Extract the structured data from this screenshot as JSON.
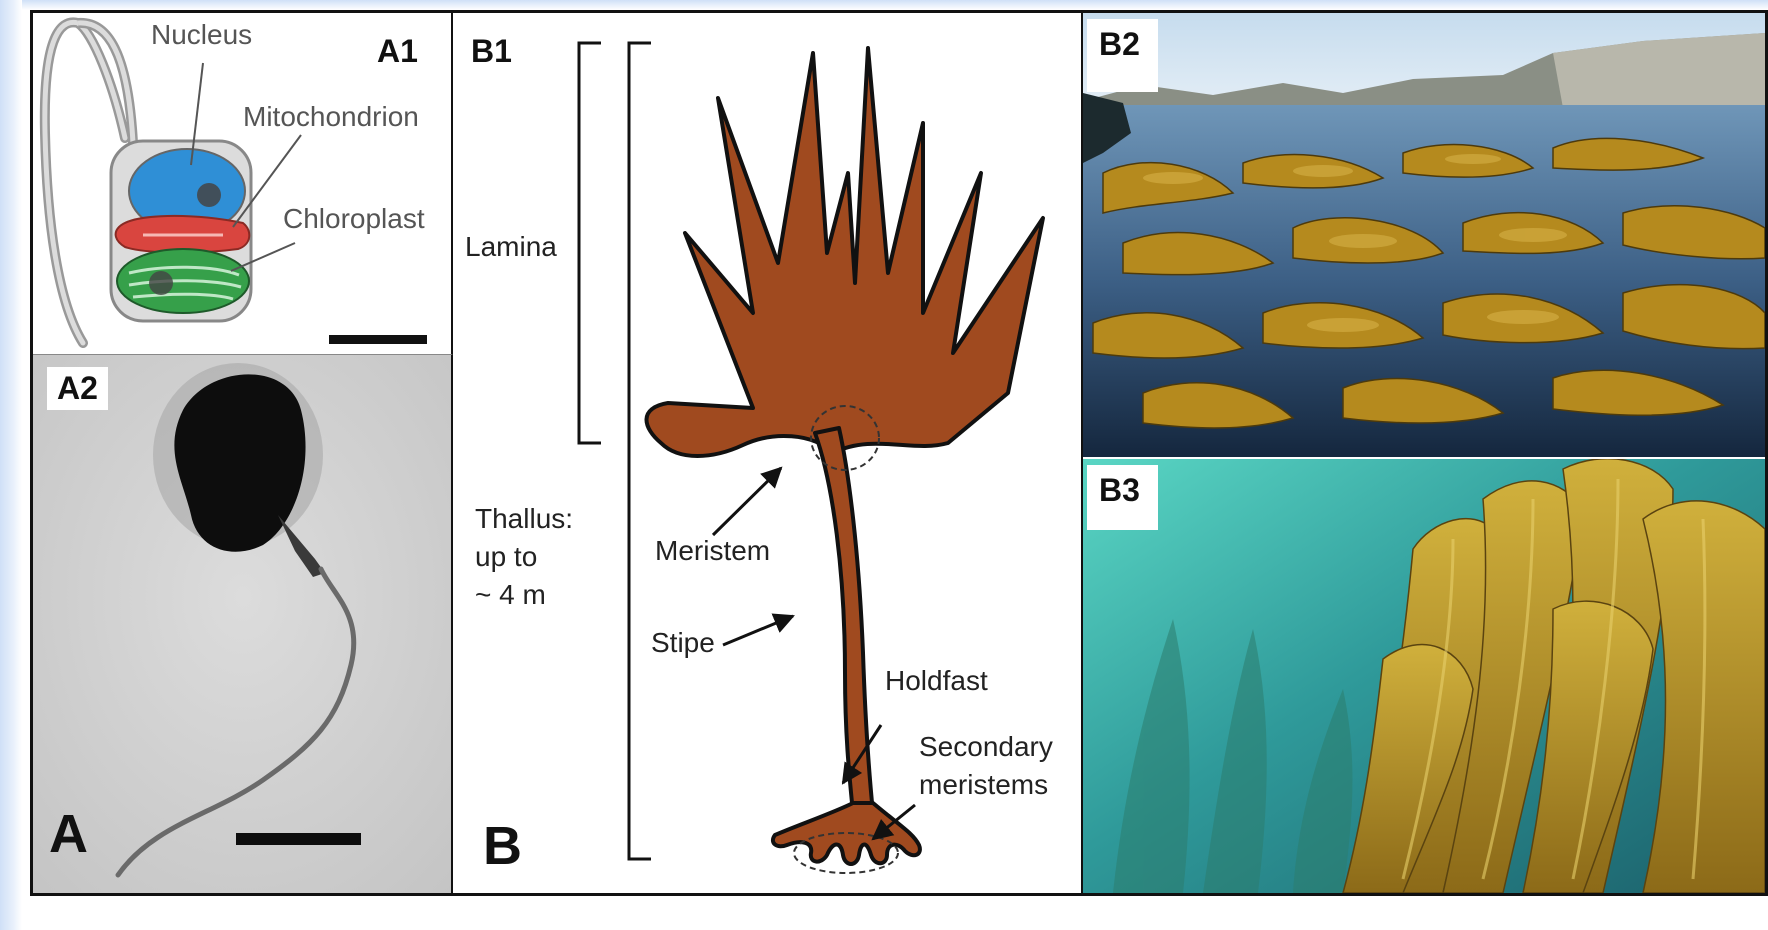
{
  "panels": {
    "A1": {
      "label": "A1",
      "annotations": {
        "nucleus": "Nucleus",
        "mitochondrion": "Mitochondrion",
        "chloroplast": "Chloroplast"
      }
    },
    "A2": {
      "label": "A2"
    },
    "A": {
      "label": "A"
    },
    "B1": {
      "label": "B1",
      "annotations": {
        "lamina": "Lamina",
        "thallus_line1": "Thallus:",
        "thallus_line2": "up to",
        "thallus_line3": "~ 4 m",
        "meristem": "Meristem",
        "stipe": "Stipe",
        "holdfast": "Holdfast",
        "secondary_line1": "Secondary",
        "secondary_line2": "meristems"
      }
    },
    "B": {
      "label": "B"
    },
    "B2": {
      "label": "B2"
    },
    "B3": {
      "label": "B3"
    }
  },
  "colors": {
    "nucleus": "#2f8fd6",
    "mitochondrion": "#d9453f",
    "chloroplast": "#36a04a",
    "kelp_drawing": "#a04a1f",
    "kelp_photo": "#b58a1e",
    "water_surface": "#1d4a72",
    "underwater": "#2f9a9a"
  }
}
